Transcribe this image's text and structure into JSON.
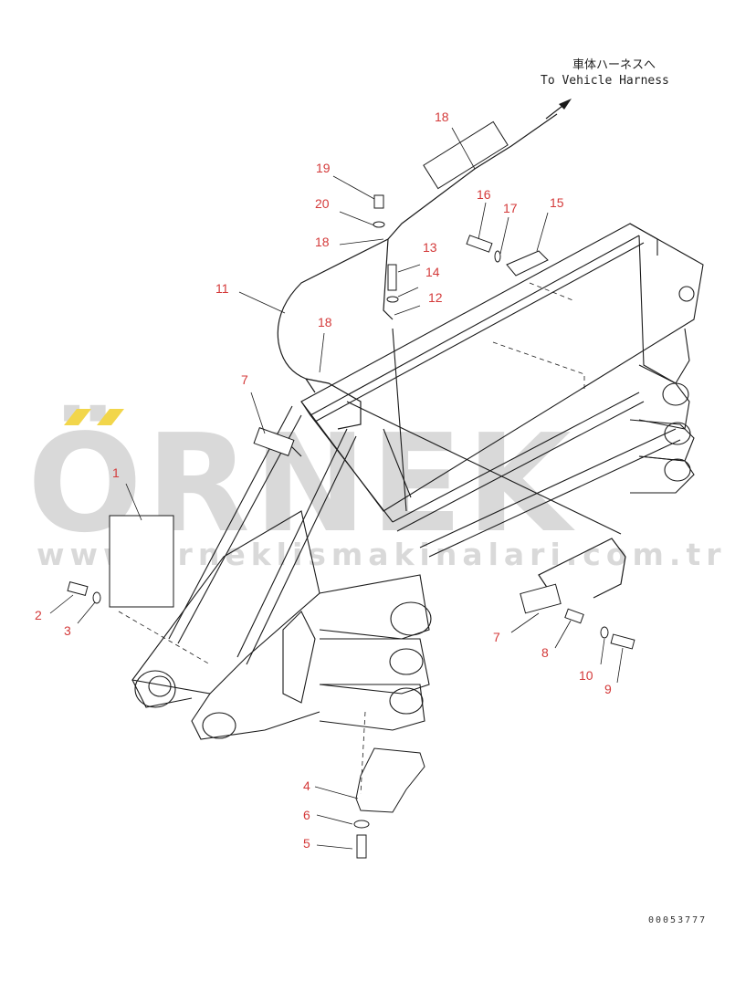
{
  "diagram": {
    "harness_label_jp": "車体ハーネスへ",
    "harness_label_en": "To Vehicle Harness",
    "watermark_logo": "ÖRNEK",
    "watermark_url": "www.orneklismakinalari.com.tr",
    "document_number": "00053777",
    "callouts": [
      {
        "id": "c1",
        "label": "1"
      },
      {
        "id": "c2",
        "label": "2"
      },
      {
        "id": "c3",
        "label": "3"
      },
      {
        "id": "c4",
        "label": "4"
      },
      {
        "id": "c5",
        "label": "5"
      },
      {
        "id": "c6",
        "label": "6"
      },
      {
        "id": "c7a",
        "label": "7"
      },
      {
        "id": "c7b",
        "label": "7"
      },
      {
        "id": "c8",
        "label": "8"
      },
      {
        "id": "c9",
        "label": "9"
      },
      {
        "id": "c10",
        "label": "10"
      },
      {
        "id": "c11",
        "label": "11"
      },
      {
        "id": "c12",
        "label": "12"
      },
      {
        "id": "c13",
        "label": "13"
      },
      {
        "id": "c14",
        "label": "14"
      },
      {
        "id": "c15",
        "label": "15"
      },
      {
        "id": "c16",
        "label": "16"
      },
      {
        "id": "c17",
        "label": "17"
      },
      {
        "id": "c18a",
        "label": "18"
      },
      {
        "id": "c18b",
        "label": "18"
      },
      {
        "id": "c18c",
        "label": "18"
      },
      {
        "id": "c19",
        "label": "19"
      },
      {
        "id": "c20",
        "label": "20"
      }
    ],
    "colors": {
      "callout": "#d43a3a",
      "line": "#1a1a1a",
      "watermark": "#d9d9d9",
      "accent": "#f2d64b"
    }
  }
}
